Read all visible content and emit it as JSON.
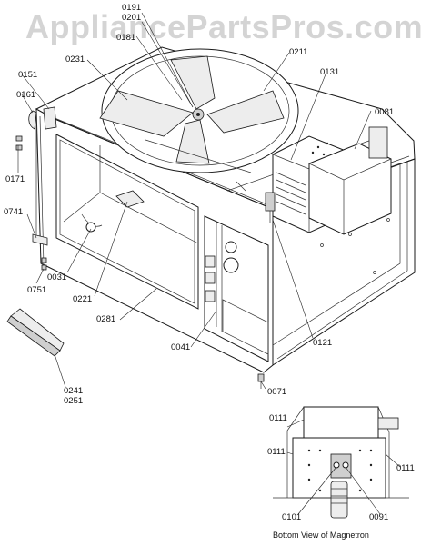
{
  "watermark": "AppliancePartsPros.com",
  "part_labels": [
    {
      "id": "p0191",
      "text": "0191"
    },
    {
      "id": "p0201",
      "text": "0201"
    },
    {
      "id": "p0181",
      "text": "0181"
    },
    {
      "id": "p0231",
      "text": "0231"
    },
    {
      "id": "p0211",
      "text": "0211"
    },
    {
      "id": "p0131",
      "text": "0131"
    },
    {
      "id": "p0151",
      "text": "0151"
    },
    {
      "id": "p0161",
      "text": "0161"
    },
    {
      "id": "p0081",
      "text": "0081"
    },
    {
      "id": "p0171",
      "text": "0171"
    },
    {
      "id": "p0741",
      "text": "0741"
    },
    {
      "id": "p0031",
      "text": "0031"
    },
    {
      "id": "p0751",
      "text": "0751"
    },
    {
      "id": "p0221",
      "text": "0221"
    },
    {
      "id": "p0281",
      "text": "0281"
    },
    {
      "id": "p0121",
      "text": "0121"
    },
    {
      "id": "p0041",
      "text": "0041"
    },
    {
      "id": "p0241",
      "text": "0241"
    },
    {
      "id": "p0251",
      "text": "0251"
    },
    {
      "id": "p0071",
      "text": "0071"
    },
    {
      "id": "p0111a",
      "text": "0111"
    },
    {
      "id": "p0111b",
      "text": "0111"
    },
    {
      "id": "p0111c",
      "text": "0111"
    },
    {
      "id": "p0101",
      "text": "0101"
    },
    {
      "id": "p0091",
      "text": "0091"
    }
  ],
  "inset_caption": "Bottom View of Magnetron"
}
